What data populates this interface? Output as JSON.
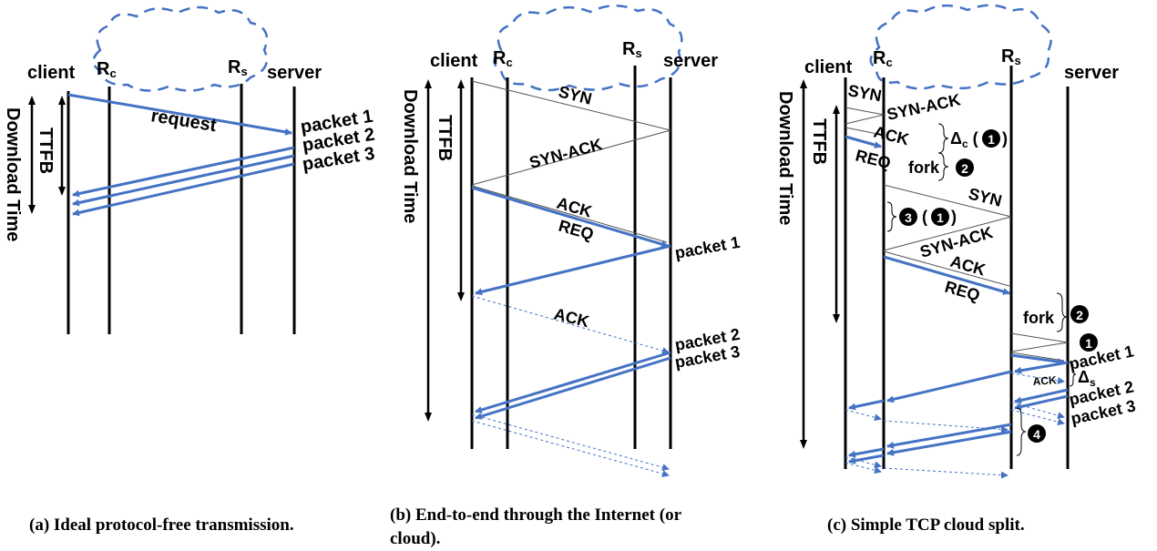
{
  "panel_a": {
    "client": "client",
    "rc": "R",
    "rc_sub": "c",
    "rs": "R",
    "rs_sub": "s",
    "server": "server",
    "ttfb": "TTFB",
    "download": "Download Time",
    "request": "request",
    "packet1": "packet 1",
    "packet2": "packet 2",
    "packet3": "packet 3",
    "caption": "(a) Ideal protocol-free transmission."
  },
  "panel_b": {
    "client": "client",
    "rc": "R",
    "rc_sub": "c",
    "rs": "R",
    "rs_sub": "s",
    "server": "server",
    "ttfb": "TTFB",
    "download": "Download Time",
    "syn": "SYN",
    "synack": "SYN-ACK",
    "ack": "ACK",
    "req": "REQ",
    "packet1": "packet 1",
    "ack2": "ACK",
    "packet2": "packet 2",
    "packet3": "packet 3",
    "caption_line1": "(b) End-to-end through the Internet (or",
    "caption_line2": "cloud)."
  },
  "panel_c": {
    "client": "client",
    "rc": "R",
    "rc_sub": "c",
    "rs": "R",
    "rs_sub": "s",
    "server": "server",
    "ttfb": "TTFB",
    "download": "Download Time",
    "syn": "SYN",
    "synack": "SYN-ACK",
    "ack": "ACK",
    "req": "REQ",
    "delta_c": "Δ",
    "delta_c_sub": "c",
    "fork": "fork",
    "syn2": "SYN",
    "synack2": "SYN-ACK",
    "ack2": "ACK",
    "req2": "REQ",
    "fork2": "fork",
    "packet1": "packet 1",
    "ack_small": "ACK",
    "delta_s": "Δ",
    "delta_s_sub": "s",
    "packet2": "packet 2",
    "packet3": "packet 3",
    "n1": "1",
    "n2": "2",
    "n3": "3",
    "n4": "4",
    "caption": "(c) Simple TCP cloud split."
  },
  "colors": {
    "blue": "#4472c4",
    "black": "#000000",
    "gray": "#888888"
  }
}
